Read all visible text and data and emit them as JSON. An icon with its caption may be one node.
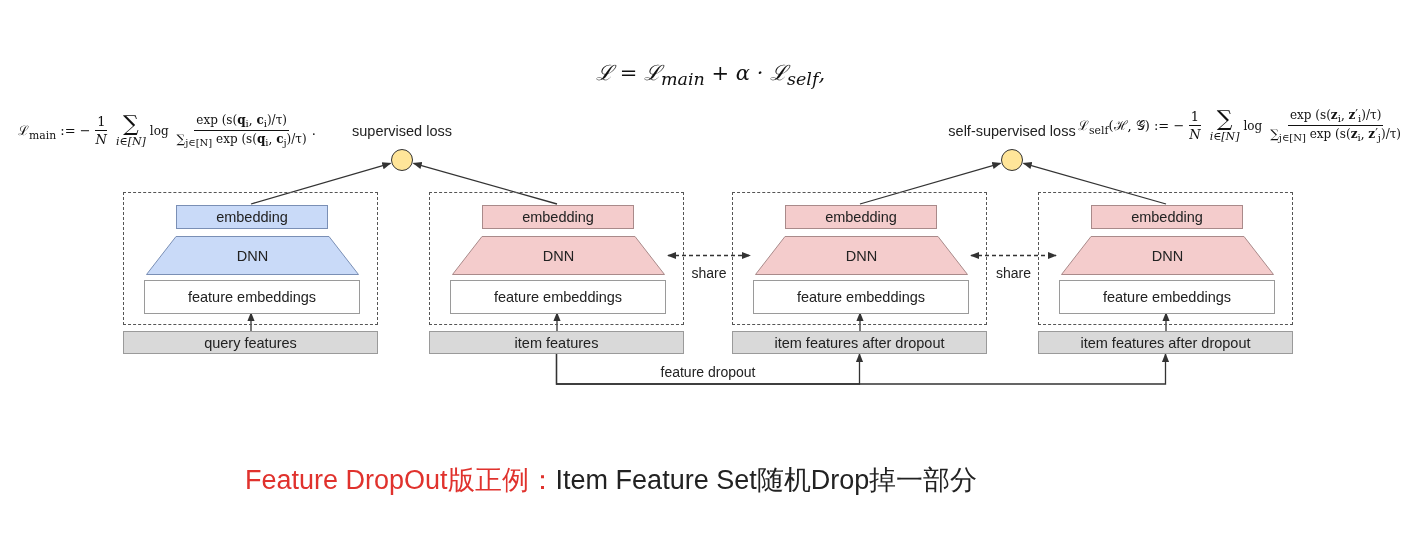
{
  "diagram": {
    "nodes": [
      {
        "text": [],
        "shape": "box"
      },
      {
        "text": [
          "embedding"
        ],
        "in": 0
      },
      {
        "text": [
          "DNN"
        ],
        "in": 0
      },
      {
        "text": [
          "feature embeddings"
        ],
        "in": 0
      },
      {
        "text": [
          "query features"
        ]
      },
      {
        "text": [],
        "shape": "box"
      },
      {
        "text": [
          "embedding"
        ],
        "in": 5
      },
      {
        "text": [
          "DNN"
        ],
        "in": 5
      },
      {
        "text": [
          "feature embeddings"
        ],
        "in": 5
      },
      {
        "text": [
          "item features"
        ]
      },
      {
        "text": [],
        "shape": "box"
      },
      {
        "text": [
          "embedding"
        ],
        "in": 10
      },
      {
        "text": [
          "DNN"
        ],
        "in": 10
      },
      {
        "text": [
          "feature embeddings"
        ],
        "in": 10
      },
      {
        "text": [
          "item features after dropout"
        ]
      },
      {
        "text": [],
        "shape": "box"
      },
      {
        "text": [
          "embedding"
        ],
        "in": 15
      },
      {
        "text": [
          "DNN"
        ],
        "in": 15
      },
      {
        "text": [
          "feature embeddings"
        ],
        "in": 15
      },
      {
        "text": [
          "item features after dropout"
        ]
      },
      {
        "text": [],
        "shape": "circle",
        "beside": [
          "supervised loss"
        ]
      },
      {
        "text": [],
        "shape": "circle",
        "beside": [
          "self-supervised loss"
        ]
      }
    ],
    "edges": [
      {
        "from": 1,
        "to": 20,
        "arrow": "to"
      },
      {
        "from": 6,
        "to": 20,
        "arrow": "to"
      },
      {
        "from": 11,
        "to": 21,
        "arrow": "to"
      },
      {
        "from": 16,
        "to": 21,
        "arrow": "to"
      },
      {
        "from": 4,
        "to": 3,
        "arrow": "to"
      },
      {
        "from": 9,
        "to": 8,
        "arrow": "to"
      },
      {
        "from": 14,
        "to": 13,
        "arrow": "to"
      },
      {
        "from": 19,
        "to": 18,
        "arrow": "to"
      },
      {
        "from": 7,
        "to": 12,
        "arrow": "both",
        "style": "dashed",
        "label": "share"
      },
      {
        "from": 12,
        "to": 17,
        "arrow": "both",
        "style": "dashed",
        "label": "share"
      },
      {
        "from": 9,
        "to": 14,
        "arrow": "to",
        "label": "feature dropout"
      },
      {
        "from": 9,
        "to": 19,
        "arrow": "to"
      }
    ],
    "labels": [
      "ℒ = ℒ$_{main}$ + α · ℒ$_{self}$,",
      "ℒ$_{main}$ := −",
      "1",
      "N",
      "∑",
      "i∈[N]",
      "log",
      "exp (s(**q**$_{i}$, **c**$_{i}$)/τ)",
      "∑$_{j∈[N]}$ exp (s(**q**$_{i}$, **c**$_{j}$)/τ)",
      ".",
      "ℒ$_{self}$(ℋ, 𝒢) := −",
      "1",
      "N",
      "∑",
      "i∈[N]",
      "log",
      "exp (s(**z**$_{i}$, **z**′$_{i}$)/τ)",
      "∑$_{j∈[N]}$ exp (s(**z**$_{i}$, **z**′$_{j}$)/τ)",
      "Feature DropOut版正例：",
      "Item Feature Set随机Drop掉一部分"
    ]
  }
}
